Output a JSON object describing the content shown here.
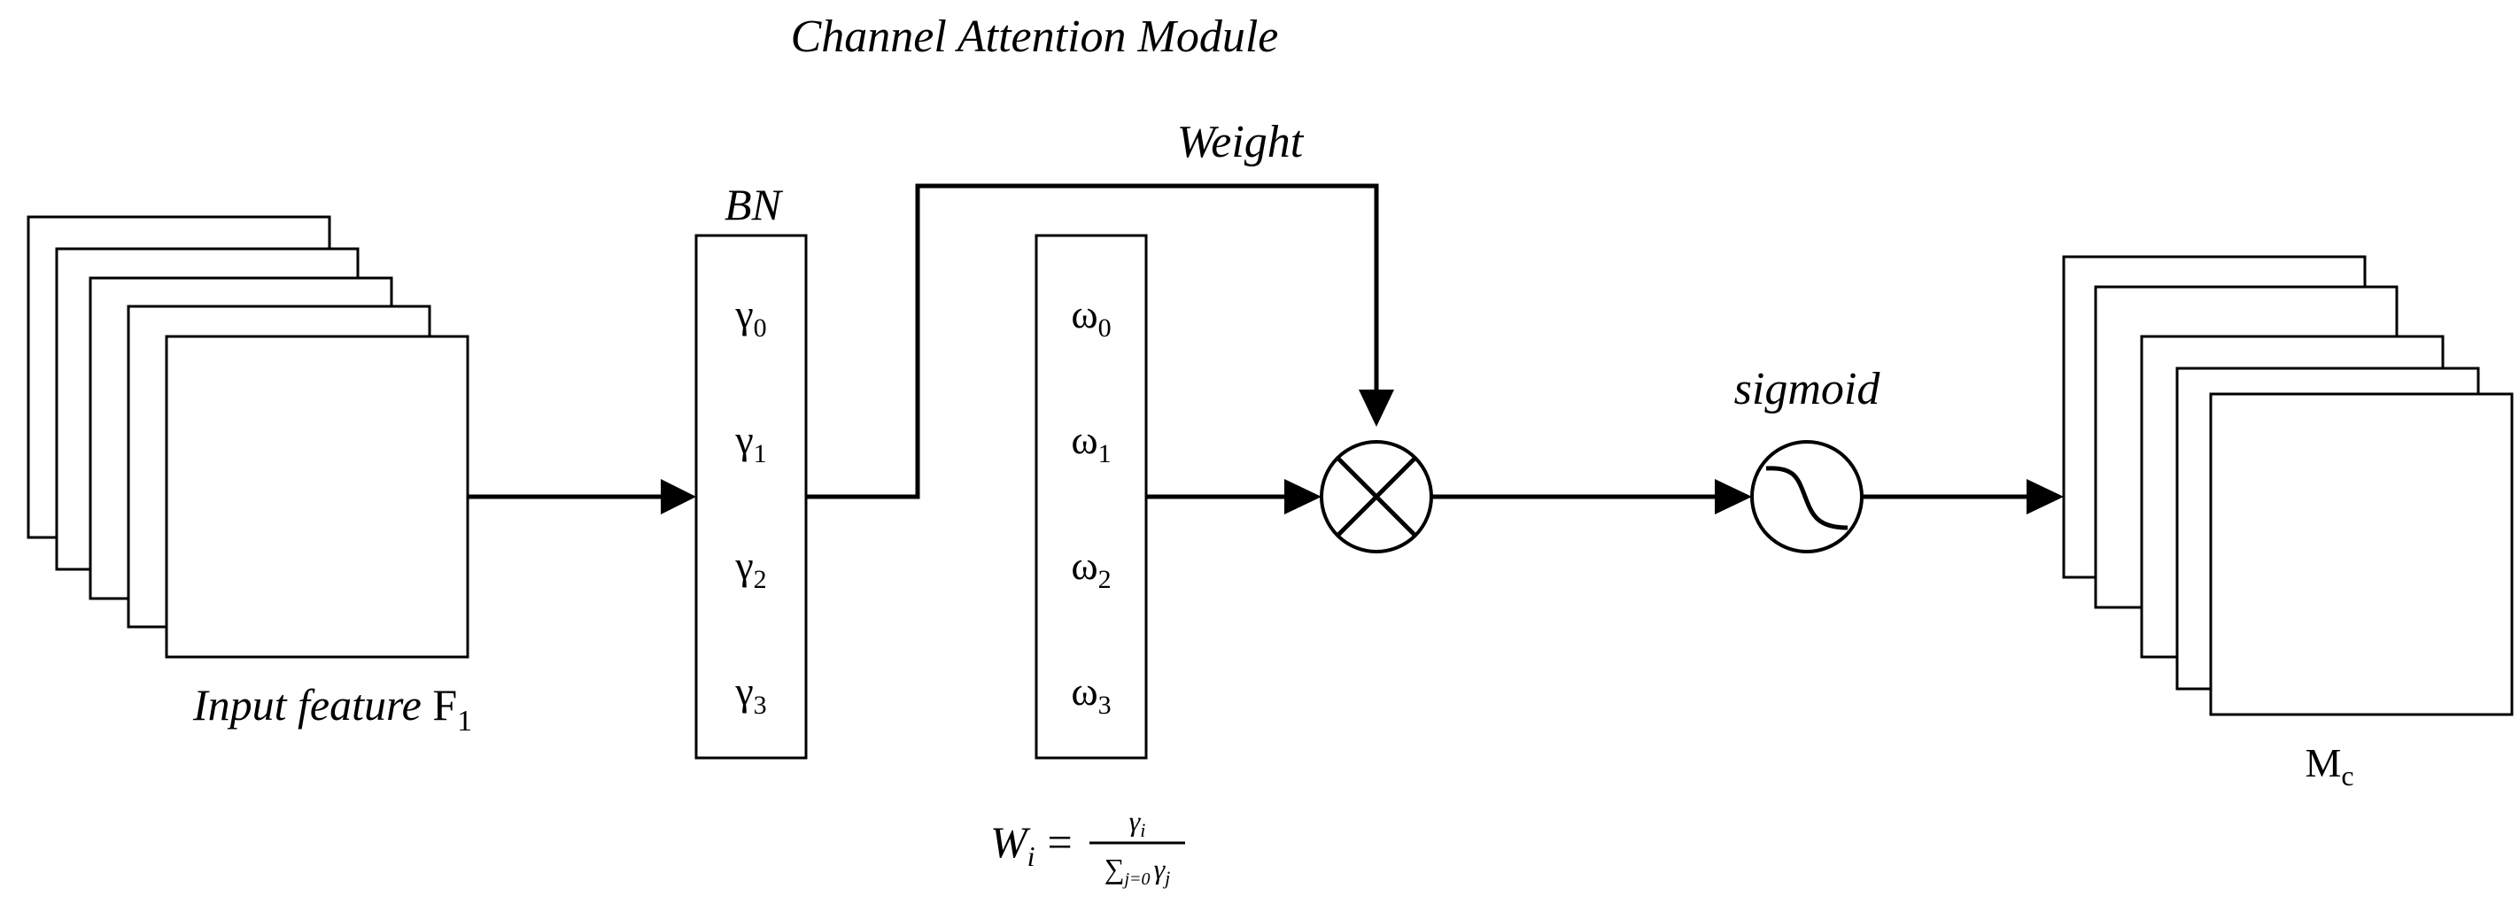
{
  "title": "Channel Attention Module",
  "input_label": {
    "text": "Input feature ",
    "symbol": "F",
    "subscript": "1"
  },
  "bn_block": {
    "label": "BN",
    "items": [
      {
        "base": "γ",
        "sub": "0"
      },
      {
        "base": "γ",
        "sub": "1"
      },
      {
        "base": "γ",
        "sub": "2"
      },
      {
        "base": "γ",
        "sub": "3"
      }
    ]
  },
  "weight_block": {
    "items": [
      {
        "base": "ω",
        "sub": "0"
      },
      {
        "base": "ω",
        "sub": "1"
      },
      {
        "base": "ω",
        "sub": "2"
      },
      {
        "base": "ω",
        "sub": "3"
      }
    ]
  },
  "weight_label": "Weight",
  "sigmoid_label": "sigmoid",
  "output_label": {
    "symbol": "M",
    "subscript": "c"
  },
  "formula": {
    "lhs": "W",
    "lhs_sub": "i",
    "equals": "=",
    "numerator": "γ",
    "numerator_sub": "i",
    "sum": "∑",
    "sum_sub": "j=0",
    "denominator": "γ",
    "denominator_sub": "j"
  }
}
